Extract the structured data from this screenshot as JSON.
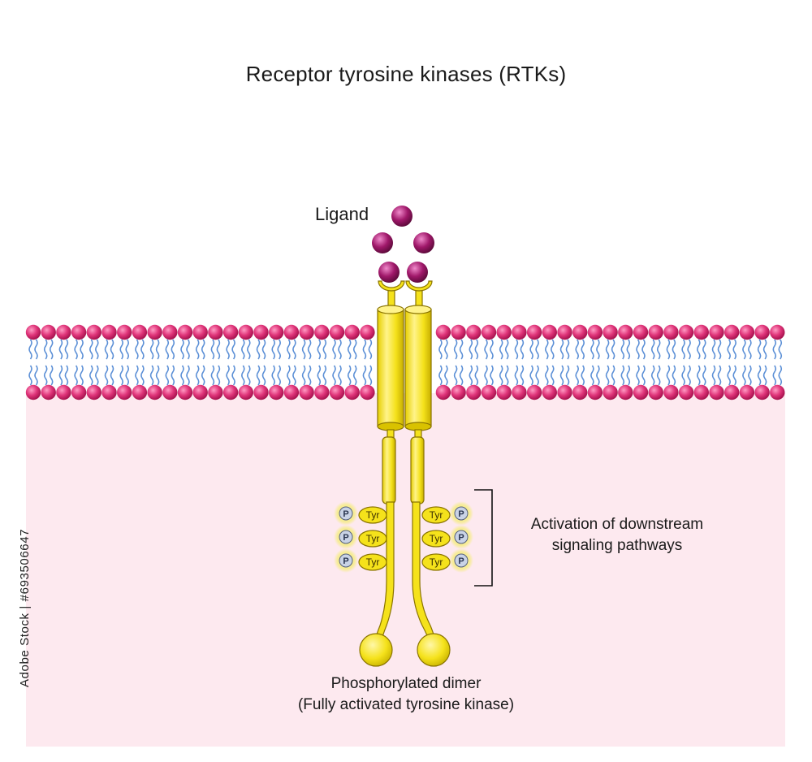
{
  "title": "Receptor tyrosine kinases (RTKs)",
  "labels": {
    "ligand": "Ligand",
    "activation_line1": "Activation of downstream",
    "activation_line2": "signaling pathways",
    "dimer_line1": "Phosphorylated dimer",
    "dimer_line2": "(Fully activated tyrosine kinase)",
    "side_id": "Adobe Stock | #693506647"
  },
  "markers": {
    "tyrosine": "Tyr",
    "phosphate": "P"
  },
  "colors": {
    "membrane_head": "#e0357a",
    "membrane_tail": "#5b8fd6",
    "cytoplasm": "#fde9ef",
    "receptor": "#f5e21b",
    "receptor_outline": "#8a7400",
    "ligand": "#a0186a",
    "phosphate_halo": "#f3e98a",
    "phosphate_core": "#c9d3e6"
  }
}
